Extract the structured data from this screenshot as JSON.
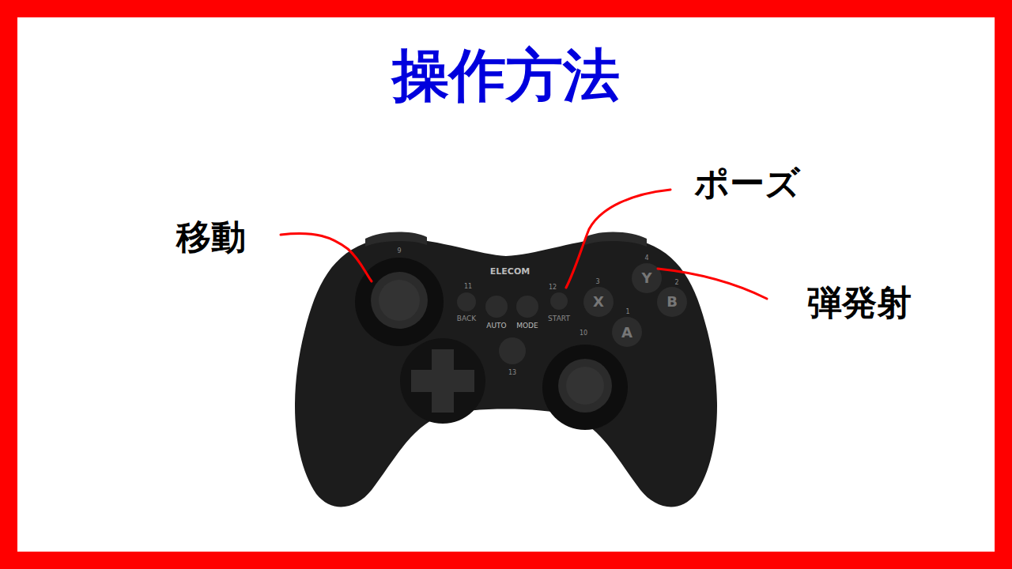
{
  "diagram": {
    "title": "操作方法",
    "labels": [
      "移動",
      "ポーズ",
      "弾発射",
      "ELECOM",
      "BACK",
      "AUTO",
      "MODE",
      "START",
      "Y",
      "X",
      "B",
      "A",
      "11",
      "12",
      "3",
      "4",
      "2",
      "1",
      "9",
      "10",
      "13"
    ]
  }
}
